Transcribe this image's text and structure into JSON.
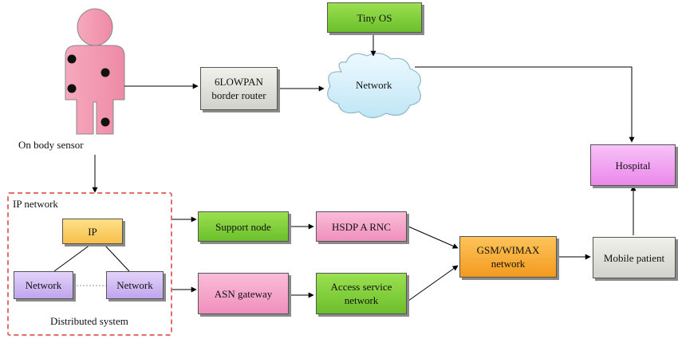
{
  "colors": {
    "green": "#7ccc3a",
    "pink": "#f4a2c9",
    "orange": "#f5a623",
    "gray": "#e0e0da",
    "violet": "#f29cf2",
    "lavender": "#cbb3f2",
    "yellow": "#fbce5c",
    "region_border": "#e07070",
    "body": "#f4a2b8"
  },
  "nodes": {
    "tiny_os": "Tiny OS",
    "border_router": "6LOWPAN\nborder router",
    "network_cloud": "Network",
    "hospital": "Hospital",
    "support_node": "Support node",
    "hsdpa_rnc": "HSDP A RNC",
    "asn_gateway": "ASN gateway",
    "access_service": "Access service\nnetwork",
    "gsm_wimax": "GSM/WIMAX\nnetwork",
    "mobile_patient": "Mobile patient",
    "ip": "IP",
    "network_left": "Network",
    "network_right": "Network"
  },
  "labels": {
    "on_body_sensor": "On body sensor",
    "ip_network": "IP network",
    "distributed_system": "Distributed system"
  }
}
